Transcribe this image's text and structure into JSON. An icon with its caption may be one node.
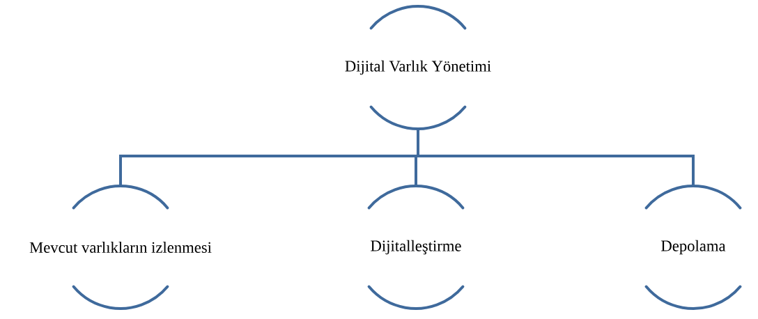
{
  "diagram": {
    "nodes": [
      {
        "text": [
          "Dijital Varlık Yönetimi"
        ]
      },
      {
        "text": [
          "Mevcut varlıkların izlenmesi"
        ]
      },
      {
        "text": [
          "Dijitalleştirme"
        ]
      },
      {
        "text": [
          "Depolama"
        ]
      }
    ],
    "edges": [
      {
        "from": 0,
        "to": 1,
        "arrow": "none"
      },
      {
        "from": 0,
        "to": 2,
        "arrow": "none"
      },
      {
        "from": 0,
        "to": 3,
        "arrow": "none"
      }
    ]
  }
}
